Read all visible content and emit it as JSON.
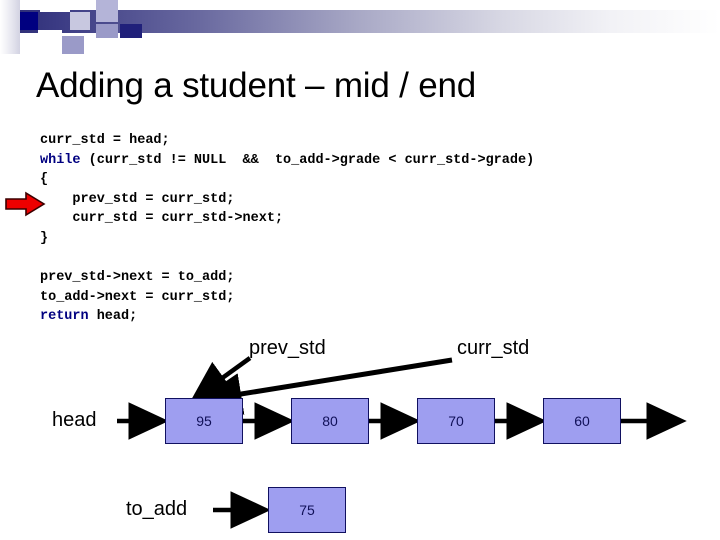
{
  "slide": {
    "title": "Adding a student – mid / end",
    "header_gradient_start": "#2a2a72",
    "header_gradient_end": "#ffffff"
  },
  "code": {
    "keyword_color": "#000080",
    "text_color": "#000000",
    "lines": [
      {
        "indent": 0,
        "keyword": "",
        "rest": "curr_std = head;"
      },
      {
        "indent": 0,
        "keyword": "while",
        "rest": " (curr_std != NULL  &&  to_add->grade < curr_std->grade)"
      },
      {
        "indent": 0,
        "keyword": "",
        "rest": "{"
      },
      {
        "indent": 1,
        "keyword": "",
        "rest": "prev_std = curr_std;"
      },
      {
        "indent": 1,
        "keyword": "",
        "rest": "curr_std = curr_std->next;"
      },
      {
        "indent": 0,
        "keyword": "",
        "rest": "}"
      },
      {
        "indent": 0,
        "keyword": "",
        "rest": ""
      },
      {
        "indent": 0,
        "keyword": "",
        "rest": "prev_std->next = to_add;"
      },
      {
        "indent": 0,
        "keyword": "",
        "rest": "to_add->next = curr_std;"
      },
      {
        "indent": 0,
        "keyword": "return",
        "rest": " head;"
      }
    ]
  },
  "pointer_marker": {
    "name": "red-arrow",
    "color": "#ee0000",
    "outline": "#400000",
    "points_to_line": "{"
  },
  "diagram": {
    "box_fill": "#9e9ef0",
    "box_border": "#101060",
    "box_text_color": "#101058",
    "labels": {
      "prev_std": "prev_std",
      "curr_std": "curr_std",
      "head": "head",
      "to_add": "to_add"
    },
    "list_nodes": [
      {
        "value": "95"
      },
      {
        "value": "80"
      },
      {
        "value": "70"
      },
      {
        "value": "60"
      }
    ],
    "new_node": {
      "value": "75"
    }
  }
}
